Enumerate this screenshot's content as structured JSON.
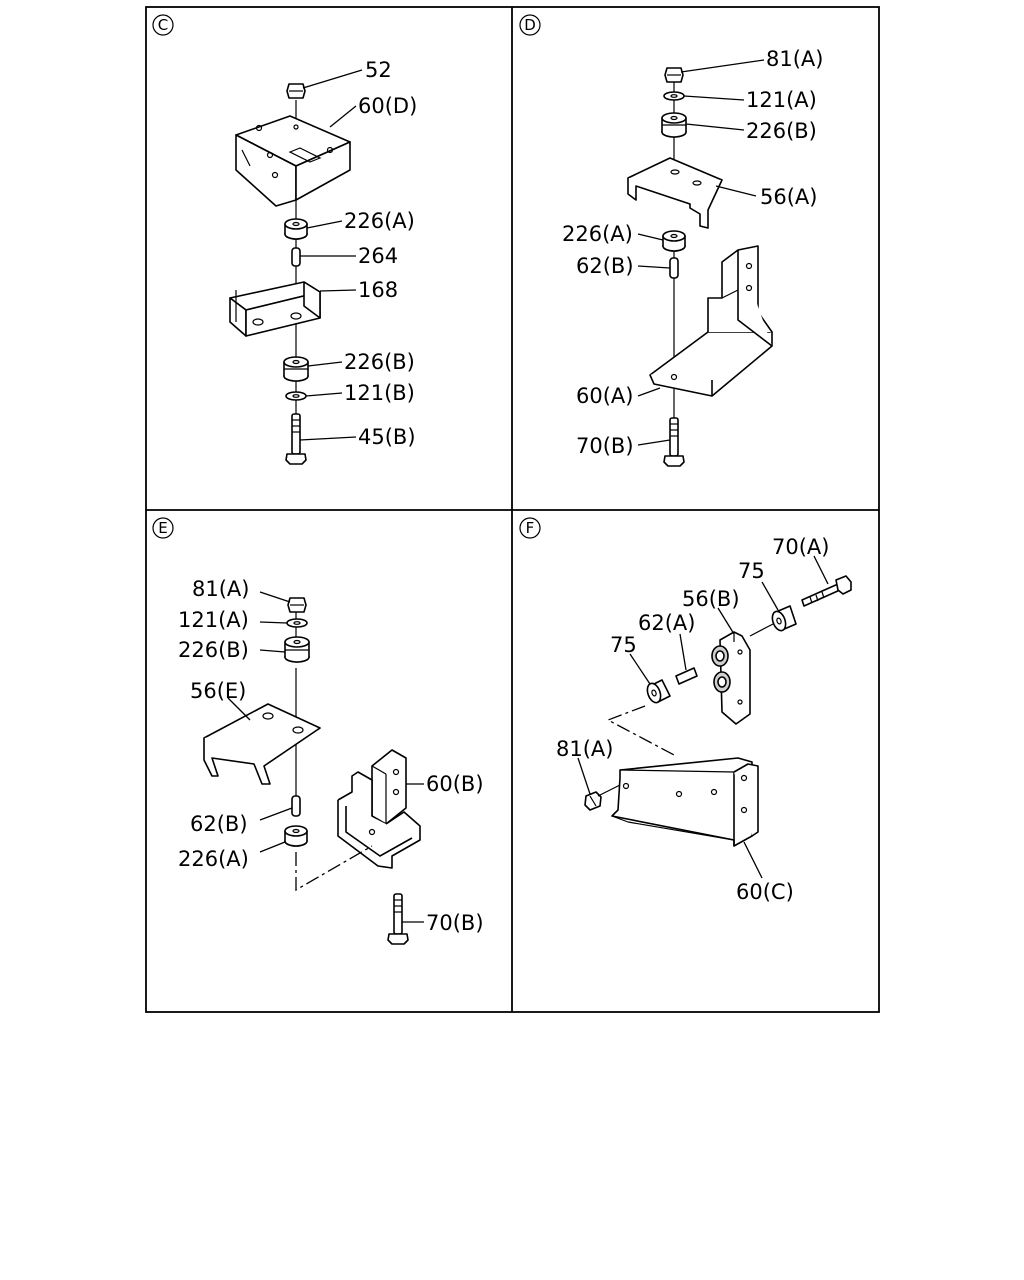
{
  "panels": [
    {
      "id": "C",
      "labels": [
        "52",
        "60(D)",
        "226(A)",
        "264",
        "168",
        "226(B)",
        "121(B)",
        "45(B)"
      ]
    },
    {
      "id": "D",
      "labels": [
        "81(A)",
        "121(A)",
        "226(B)",
        "56(A)",
        "226(A)",
        "62(B)",
        "60(A)",
        "70(B)"
      ]
    },
    {
      "id": "E",
      "labels": [
        "81(A)",
        "121(A)",
        "226(B)",
        "56(E)",
        "60(B)",
        "62(B)",
        "226(A)",
        "70(B)"
      ]
    },
    {
      "id": "F",
      "labels": [
        "70(A)",
        "75",
        "56(B)",
        "62(A)",
        "75",
        "81(A)",
        "60(C)"
      ]
    }
  ]
}
